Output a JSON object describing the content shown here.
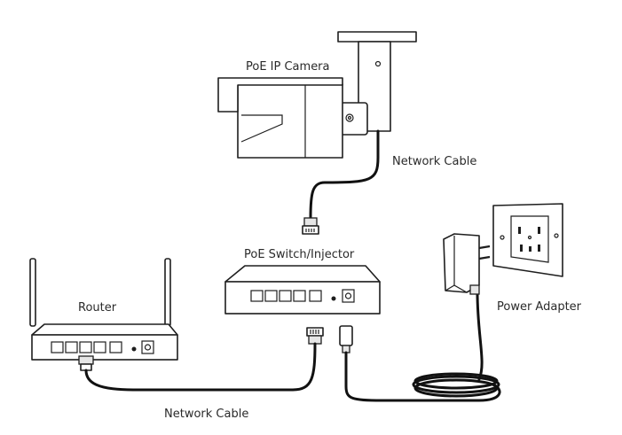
{
  "labels": {
    "camera": "PoE IP Camera",
    "network_cable_top": "Network Cable",
    "switch": "PoE Switch/Injector",
    "router": "Router",
    "power_adapter": "Power Adapter",
    "network_cable_bottom": "Network Cable"
  },
  "colors": {
    "stroke": "#1e1e1e",
    "cable": "#111111",
    "background": "#ffffff",
    "device_fill": "#ffffff",
    "shade": "#e6e6e6"
  },
  "icons": [
    "poe-ip-camera",
    "poe-switch-injector",
    "router",
    "power-adapter",
    "wall-outlet",
    "rj45-connector",
    "dc-plug"
  ]
}
